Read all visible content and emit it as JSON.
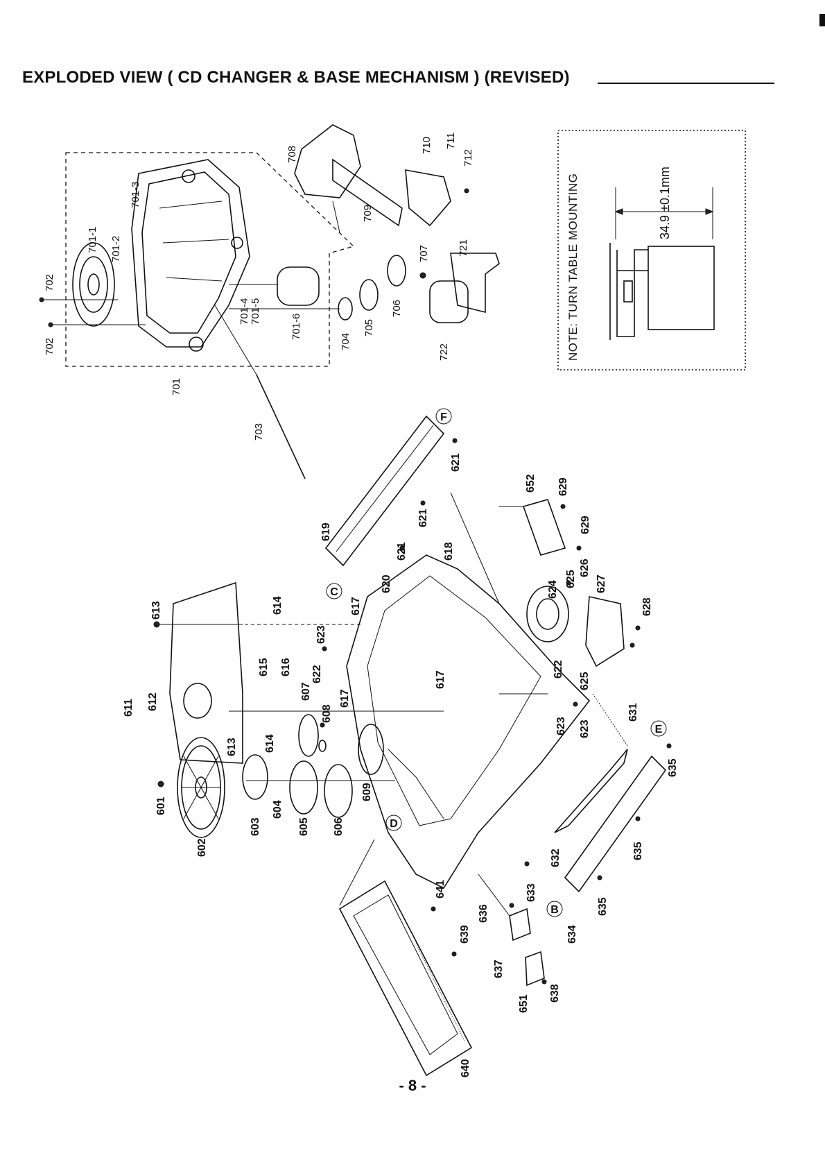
{
  "header": {
    "title": "EXPLODED VIEW ( CD CHANGER & BASE MECHANISM ) (REVISED)"
  },
  "note": {
    "text": "NOTE: TURN TABLE MOUNTING",
    "dimension": "34.9 ±0.1mm"
  },
  "footer": {
    "page_number": "- 8 -"
  },
  "reference_marks": [
    "F",
    "C",
    "D",
    "E",
    "B"
  ],
  "parts": {
    "upper": [
      "702",
      "702",
      "701-1",
      "701-2",
      "701-3",
      "701-4",
      "701-5",
      "701-6",
      "701",
      "703",
      "704",
      "705",
      "706",
      "707",
      "708",
      "709",
      "710",
      "711",
      "712",
      "721",
      "722"
    ],
    "lower": [
      "601",
      "602",
      "603",
      "604",
      "605",
      "606",
      "607",
      "608",
      "609",
      "611",
      "612",
      "613",
      "613",
      "614",
      "614",
      "615",
      "616",
      "617",
      "617",
      "617",
      "618",
      "619",
      "620",
      "621",
      "621",
      "621",
      "622",
      "622",
      "623",
      "623",
      "623",
      "624",
      "625",
      "625",
      "626",
      "627",
      "628",
      "629",
      "629",
      "631",
      "632",
      "633",
      "634",
      "635",
      "635",
      "635",
      "636",
      "637",
      "638",
      "639",
      "640",
      "641",
      "651",
      "652"
    ]
  }
}
